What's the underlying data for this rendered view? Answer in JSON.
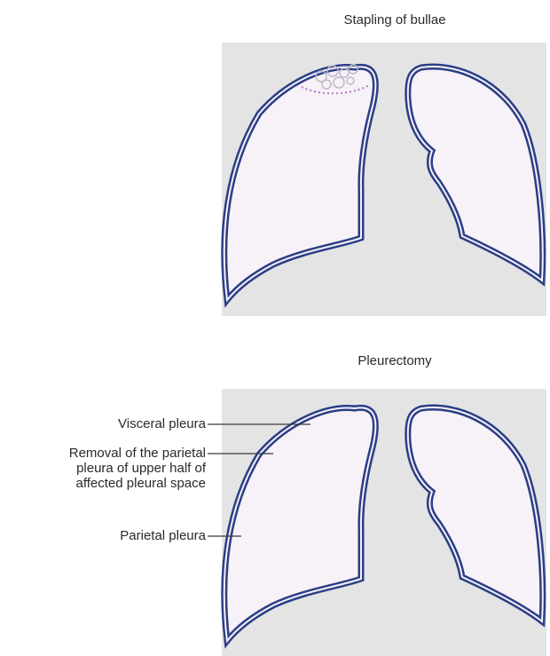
{
  "top_panel": {
    "title": "Stapling of bullae"
  },
  "bottom_panel": {
    "title": "Pleurectomy",
    "labels": {
      "visceral": "Visceral pleura",
      "removal_line1": "Removal of the parietal",
      "removal_line2": "pleura of upper half of",
      "removal_line3": "affected pleural space",
      "parietal": "Parietal pleura"
    }
  },
  "colors": {
    "panel_bg": "#e4e4e4",
    "lung_outline": "#2b3f86",
    "lung_fill": "#f7f1f8",
    "text": "#2a2a2a",
    "leader_line": "#3a3a3a"
  }
}
